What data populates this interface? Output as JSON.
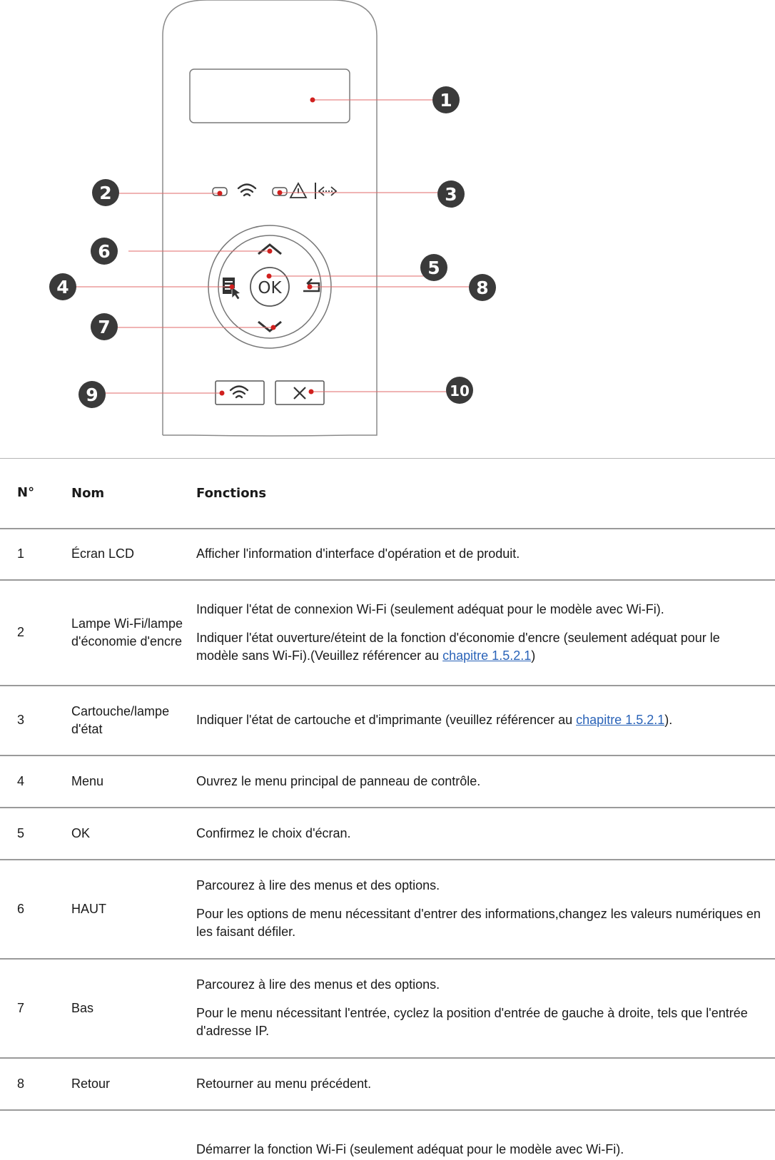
{
  "diagram": {
    "ok_label": "OK",
    "callouts": [
      "1",
      "2",
      "3",
      "4",
      "5",
      "6",
      "7",
      "8",
      "9",
      "10"
    ]
  },
  "table": {
    "headers": {
      "no": "N°",
      "name": "Nom",
      "functions": "Fonctions"
    },
    "rows": [
      {
        "no": "1",
        "name": "Écran LCD",
        "functions": [
          "Afficher l'information d'interface d'opération et de produit."
        ]
      },
      {
        "no": "2",
        "name": "Lampe Wi-Fi/lampe d'économie d'encre",
        "functions": [
          "Indiquer l'état de connexion Wi-Fi (seulement adéquat pour le modèle avec Wi-Fi)."
        ],
        "function_linked": {
          "before": "Indiquer l'état ouverture/éteint de la fonction d'économie d'encre (seulement adéquat pour le modèle sans Wi-Fi).(Veuillez référencer au ",
          "link": "chapitre 1.5.2.1",
          "after": ")"
        }
      },
      {
        "no": "3",
        "name": "Cartouche/lampe d'état",
        "function_linked": {
          "before": "Indiquer l'état de cartouche et d'imprimante (veuillez référencer au ",
          "link": "chapitre 1.5.2.1",
          "after": ")."
        }
      },
      {
        "no": "4",
        "name": "Menu",
        "functions": [
          "Ouvrez le menu principal de panneau de contrôle."
        ]
      },
      {
        "no": "5",
        "name": "OK",
        "functions": [
          "Confirmez le choix d'écran."
        ]
      },
      {
        "no": "6",
        "name": "HAUT",
        "functions": [
          "Parcourez à lire des menus et des options.",
          "Pour les options de menu nécessitant d'entrer des informations,changez les valeurs numériques en les faisant défiler."
        ]
      },
      {
        "no": "7",
        "name": "Bas",
        "functions": [
          "Parcourez à lire des menus et des options.",
          "Pour le menu nécessitant l'entrée, cyclez la position d'entrée de gauche à droite, tels que l'entrée d'adresse IP."
        ]
      },
      {
        "no": "8",
        "name": "Retour",
        "functions": [
          "Retourner au menu précédent."
        ]
      },
      {
        "no": "",
        "name": "",
        "functions": [
          "Démarrer la fonction Wi-Fi (seulement adéquat pour le modèle avec Wi-Fi)."
        ]
      }
    ]
  }
}
